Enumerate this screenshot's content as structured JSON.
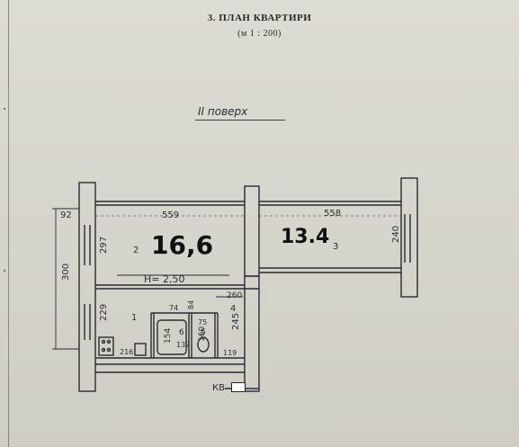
{
  "document": {
    "title": "3. ПЛАН КВАРТИРИ",
    "scale": "(м 1 : 200)",
    "floor": "II поверх"
  },
  "rooms": {
    "room2": {
      "number": "2",
      "area": "16,6",
      "width": "559",
      "depth": "297"
    },
    "room3": {
      "number": "3",
      "area": "13.4",
      "width": "558",
      "depth": "240"
    },
    "room1": {
      "number": "1",
      "depth": "229"
    },
    "room4": {
      "number": "4",
      "width": "260",
      "depth": "245"
    },
    "room5": {
      "number": "5",
      "width": "75",
      "depth": "160"
    },
    "room6": {
      "number": "6",
      "width": "137",
      "depth": "154"
    }
  },
  "dimensions": {
    "wall_offset": "92",
    "total_height": "300",
    "ceiling_height": "H= 2,50",
    "d_74": "74",
    "d_84": "84",
    "d_216": "216",
    "d_119": "119"
  },
  "markers": {
    "kv": "КВ"
  }
}
